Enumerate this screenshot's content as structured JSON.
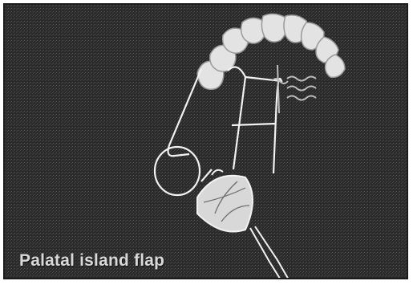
{
  "figure": {
    "caption": "Palatal island flap"
  },
  "colors": {
    "background": "#2b2b2b",
    "teeth": "#e6e6e6",
    "outline": "#f2f2f2",
    "caption": "#d9d9d9"
  },
  "icons": [
    "teeth-arch-illustration",
    "flap-outline",
    "vessel-pedicle",
    "wavy-lines-icon"
  ]
}
